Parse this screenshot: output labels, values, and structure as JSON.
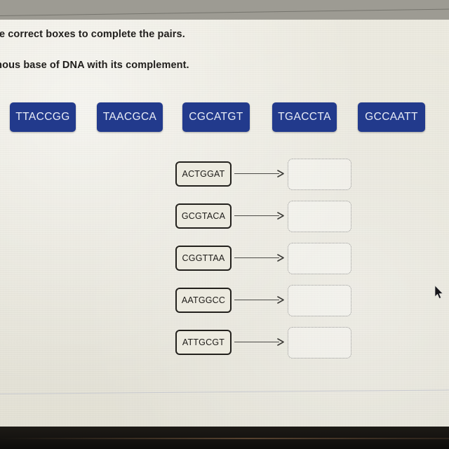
{
  "instructions": {
    "line1": "he correct boxes to complete the pairs.",
    "line2": "enous base of DNA with its complement."
  },
  "answer_tiles": [
    {
      "label": "TTACCGG"
    },
    {
      "label": "TAACGCA"
    },
    {
      "label": "CGCATGT"
    },
    {
      "label": "TGACCTA"
    },
    {
      "label": "GCCAATT"
    }
  ],
  "match_rows": [
    {
      "sequence": "ACTGGAT",
      "answer": ""
    },
    {
      "sequence": "GCGTACA",
      "answer": ""
    },
    {
      "sequence": "CGGTTAA",
      "answer": ""
    },
    {
      "sequence": "AATGGCC",
      "answer": ""
    },
    {
      "sequence": "ATTGCGT",
      "answer": ""
    }
  ],
  "icons": {
    "arrow": "right-arrow-icon",
    "cursor": "mouse-pointer-icon"
  },
  "colors": {
    "tile_blue": "#223a8c",
    "tile_text": "#e9edf6",
    "page_background": "#e9e7dd",
    "bezel_grey": "#9d9b93",
    "bezel_dark": "#151310",
    "box_border": "#23211d",
    "drop_border": "#9a9a98",
    "arrow": "#4a4945"
  }
}
